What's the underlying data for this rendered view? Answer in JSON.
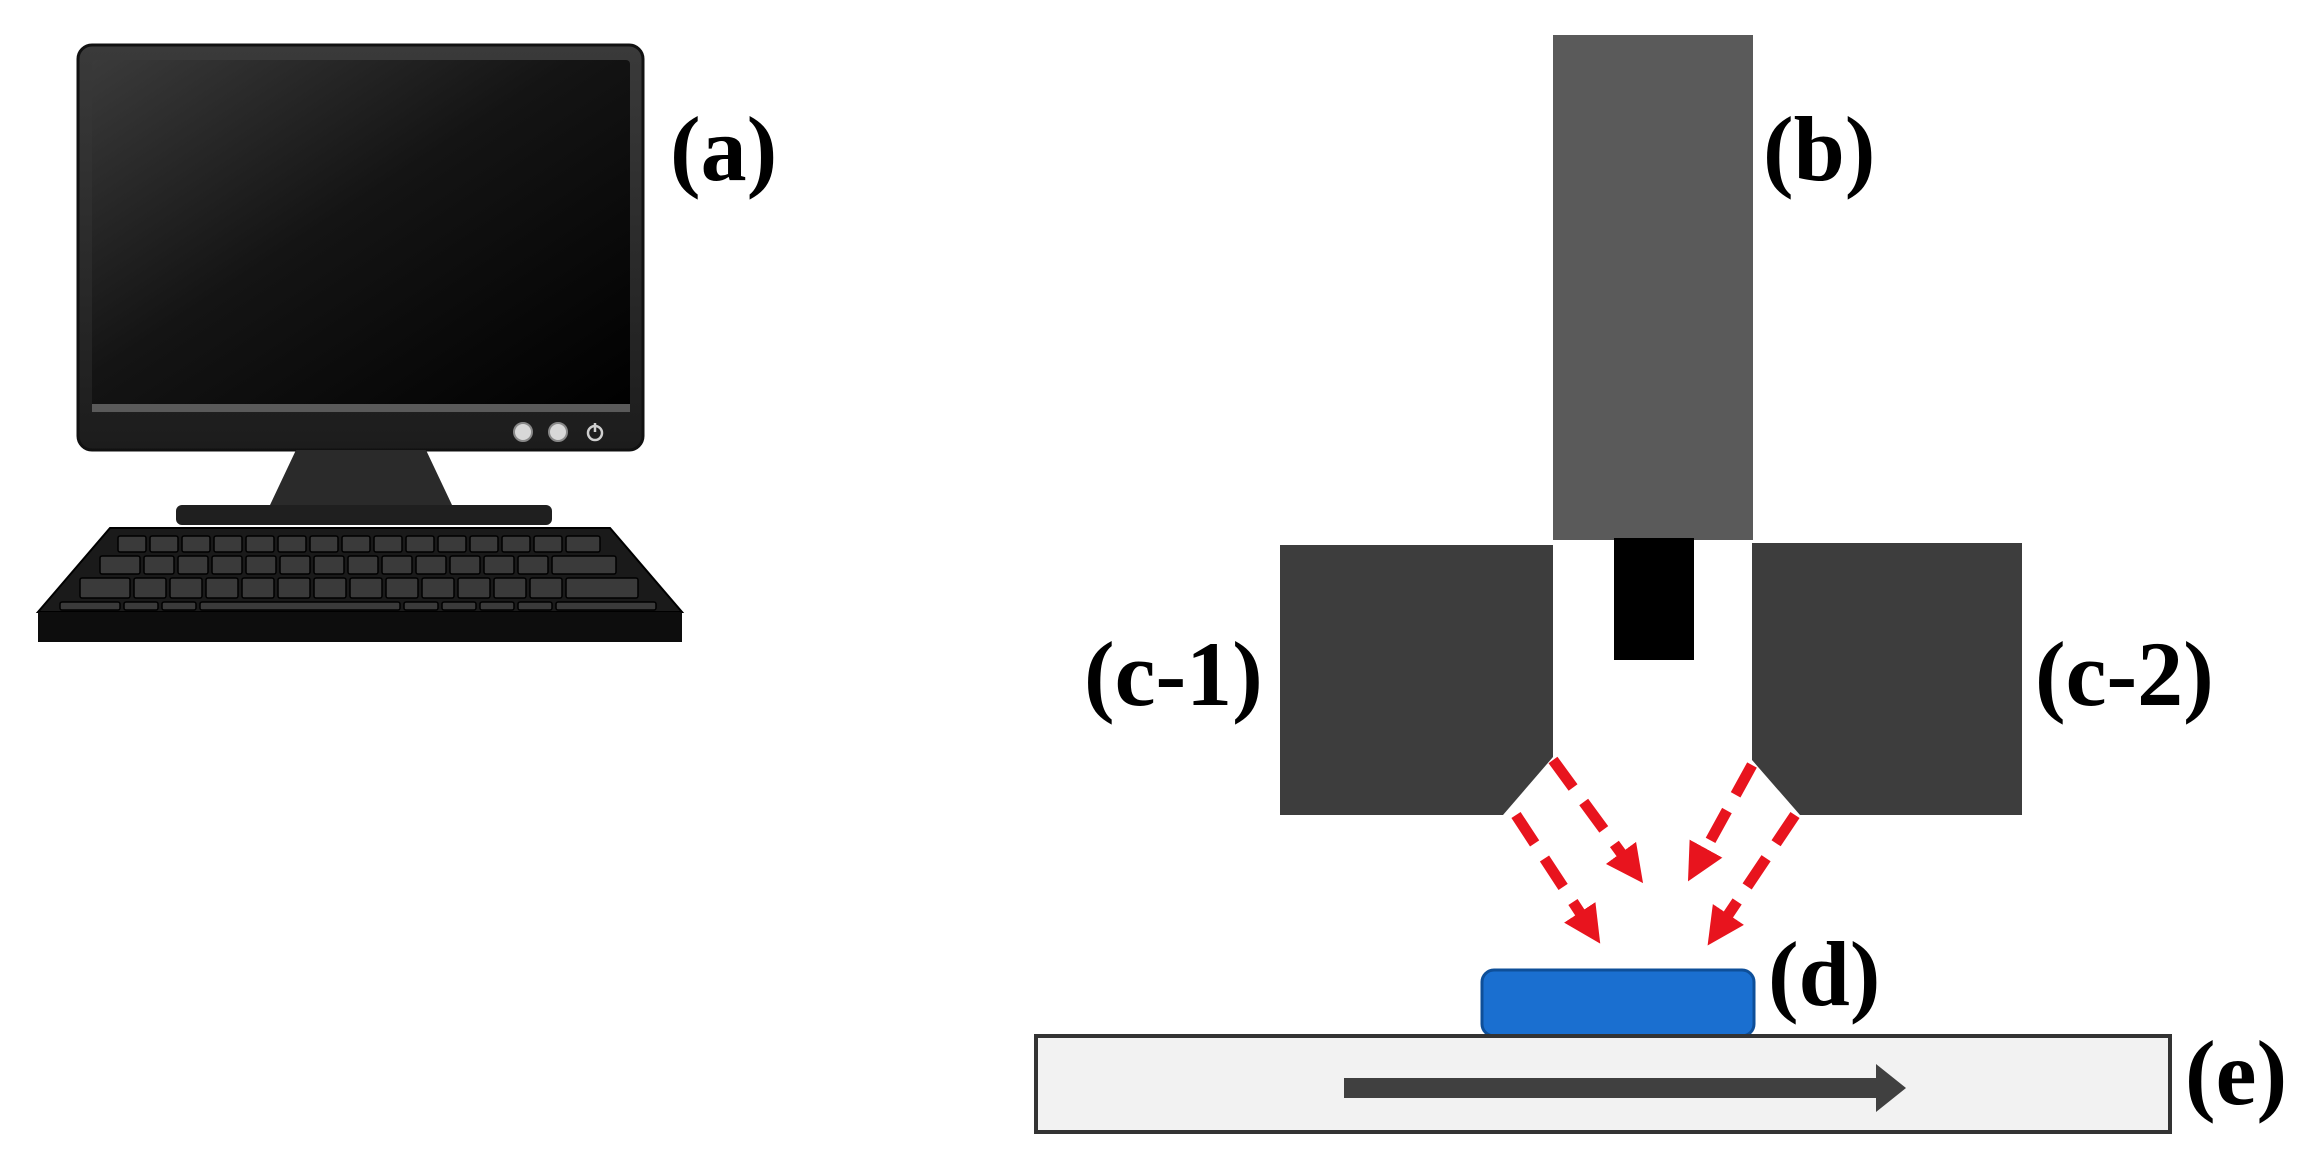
{
  "labels": {
    "a": "(a)",
    "b": "(b)",
    "c1": "(c-1)",
    "c2": "(c-2)",
    "d": "(d)",
    "e": "(e)"
  },
  "colors": {
    "background": "#ffffff",
    "monitor_body": "#2b2b2b",
    "monitor_screen": "#0a0a0a",
    "camera_body": "#5a5a5a",
    "lens": "#000000",
    "light_units": "#3d3d3d",
    "light_rays": "#e8141e",
    "sample": "#1a6fd0",
    "stage_fill": "#f2f2f2",
    "stage_arrow": "#404040"
  },
  "icons": {
    "computer": "desktop-computer-icon",
    "keyboard": "keyboard-icon",
    "power": "power-icon"
  }
}
